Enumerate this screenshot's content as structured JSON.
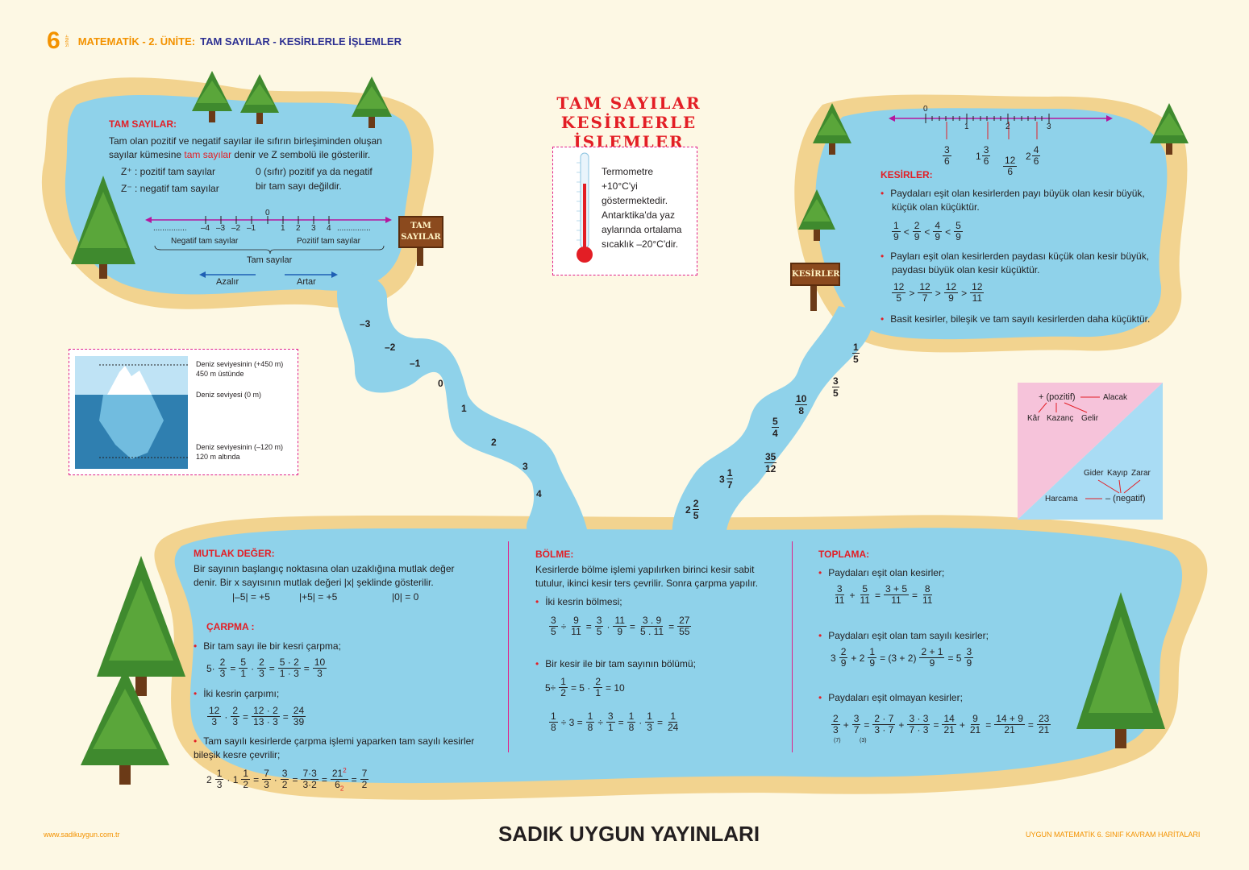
{
  "header": {
    "grade": "6",
    "grade_sub": "SINIF",
    "subject": "MATEMATİK - 2. ÜNİTE:",
    "unit": "TAM SAYILAR - KESİRLERLE İŞLEMLER"
  },
  "title": {
    "line1": "TAM SAYILAR",
    "line2": "KESİRLERLE İŞLEMLER"
  },
  "tam": {
    "heading": "TAM SAYILAR:",
    "p1a": "Tam olan pozitif ve negatif sayılar ile sıfırın birleşiminden oluşan",
    "p1b": "sayılar kümesine",
    "p1c": "tam sayılar",
    "p1d": "denir ve Z sembolü ile gösterilir.",
    "zplus": "Z⁺ : pozitif tam sayılar",
    "zminus": "Z⁻ : negatif tam sayılar",
    "zero1": "0 (sıfır) pozitif ya da negatif",
    "zero2": "bir tam sayı değildir.",
    "ticks": [
      "...............",
      "–4",
      "–3",
      "–2",
      "–1",
      "0",
      "1",
      "2",
      "3",
      "4",
      "..............."
    ],
    "neg_label": "Negatif tam sayılar",
    "pos_label": "Pozitif tam sayılar",
    "all_label": "Tam sayılar",
    "dec": "Azalır",
    "inc": "Artar",
    "sign": "TAM SAYILAR"
  },
  "thermo": {
    "text": [
      "Termometre",
      "+10°C'yi",
      "göstermektedir.",
      "Antarktika'da yaz",
      "aylarında ortalama",
      "sıcaklık –20°C'dir."
    ]
  },
  "iceberg": {
    "top1": "Deniz seviyesinin (+450 m)",
    "top2": "450 m üstünde",
    "mid": "Deniz seviyesi (0 m)",
    "bot1": "Deniz seviyesinin (–120 m)",
    "bot2": "120 m altında"
  },
  "river_left": [
    "–3",
    "–2",
    "–1",
    "0",
    "1",
    "2",
    "3",
    "4"
  ],
  "river_right": [
    {
      "w": "2",
      "n": "2",
      "d": "5"
    },
    {
      "w": "3",
      "n": "1",
      "d": "7"
    },
    {
      "w": "",
      "n": "35",
      "d": "12"
    },
    {
      "w": "",
      "n": "5",
      "d": "4"
    },
    {
      "w": "",
      "n": "10",
      "d": "8"
    },
    {
      "w": "",
      "n": "3",
      "d": "5"
    },
    {
      "w": "",
      "n": "1",
      "d": "5"
    }
  ],
  "kesir": {
    "heading": "KESİRLER:",
    "nl_ticks": [
      "0",
      "1",
      "2",
      "3"
    ],
    "nl_marks": [
      {
        "w": "",
        "n": "3",
        "d": "6"
      },
      {
        "w": "1",
        "n": "3",
        "d": "6"
      },
      {
        "w": "",
        "n": "12",
        "d": "6"
      },
      {
        "w": "2",
        "n": "4",
        "d": "6"
      }
    ],
    "b1": "Paydaları eşit olan kesirlerden payı büyük olan kesir büyük,",
    "b1b": "küçük olan küçüktür.",
    "b2": "Payları eşit olan kesirlerden paydası küçük olan kesir büyük,",
    "b2b": "paydası büyük olan kesir küçüktür.",
    "b3": "Basit kesirler, bileşik ve tam sayılı kesirlerden daha küçüktür.",
    "sign": "KESİRLER"
  },
  "posneg": {
    "pos": "+ (pozitif)",
    "alacak": "Alacak",
    "kar": "Kâr",
    "kazanc": "Kazanç",
    "gelir": "Gelir",
    "gider": "Gider",
    "kayip": "Kayıp",
    "zarar": "Zarar",
    "harcama": "Harcama",
    "neg": "– (negatif)"
  },
  "mutlak": {
    "heading": "MUTLAK DEĞER:",
    "p1": "Bir sayının başlangıç noktasına olan uzaklığına mutlak değer",
    "p2": "denir. Bir x sayısının mutlak değeri |x| şeklinde gösterilir.",
    "e1": "|–5| = +5",
    "e2": "|+5| = +5",
    "e3": "|0| = 0"
  },
  "carpma": {
    "heading": "ÇARPMA :",
    "b1": "Bir tam sayı ile bir kesri çarpma;",
    "b2": "İki kesrin çarpımı;",
    "b3a": "Tam sayılı kesirlerde çarpma işlemi yaparken tam sayılı kesirler",
    "b3b": "bileşik kesre çevrilir;"
  },
  "bolme": {
    "heading": "BÖLME:",
    "p1": "Kesirlerde bölme işlemi yapılırken birinci kesir sabit",
    "p2": "tutulur, ikinci kesir ters çevrilir. Sonra çarpma yapılır.",
    "b1": "İki kesrin bölmesi;",
    "b2": "Bir kesir ile bir tam sayının bölümü;"
  },
  "toplama": {
    "heading": "TOPLAMA:",
    "b1": "Paydaları eşit olan kesirler;",
    "b2": "Paydaları eşit olan tam sayılı kesirler;",
    "b3": "Paydaları eşit olmayan kesirler;"
  },
  "footer": {
    "left": "www.sadikuygun.com.tr",
    "center": "SADIK  UYGUN  YAYINLARI",
    "right": "UYGUN MATEMATİK 6. SINIF KAVRAM HARİTALARI"
  },
  "colors": {
    "water": "#8fd2ea",
    "sand": "#f2d38f",
    "tree": "#3f8a2e",
    "red": "#e31e25",
    "magenta": "#e0218a"
  }
}
